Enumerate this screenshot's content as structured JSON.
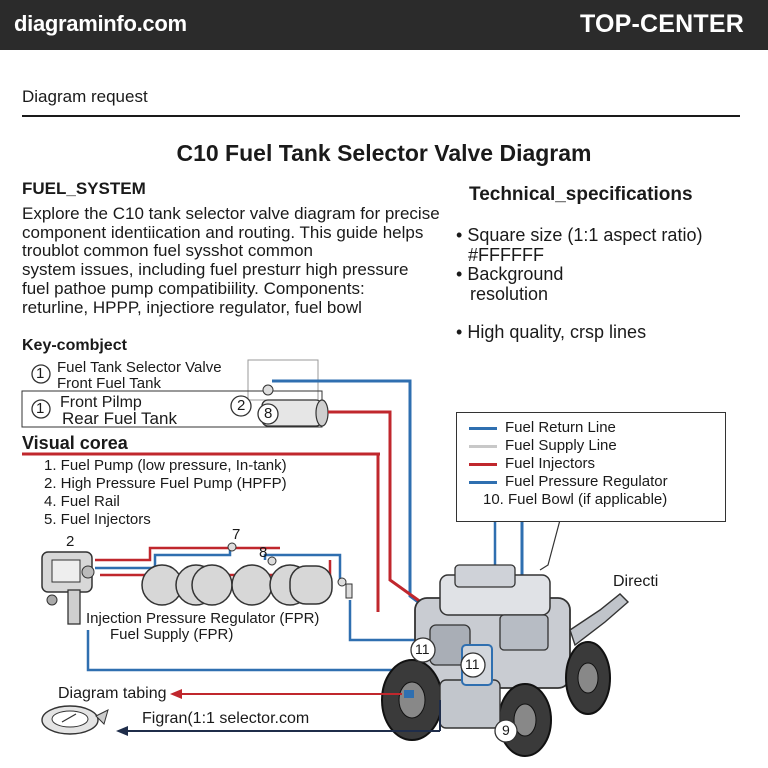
{
  "header": {
    "site": "diagraminfo.com",
    "corner_label": "TOP-CENTER"
  },
  "request_label": "Diagram request",
  "title": "C10 Fuel Tank Selector Valve Diagram",
  "fuel_system": {
    "heading": "FUEL_SYSTEM",
    "lines": [
      "Explore the C10 tank selector valve diagram for precise",
      "component identiication and routing.  This guide helps",
      "troublot common fuel sysshot common",
      "system issues, including fuel presturr high pressure",
      "fuel pathoe pump compatibiility. Components:",
      "returline, HPPP, injectiore regulator, fuel bowl"
    ]
  },
  "technical": {
    "heading": "Technical_specifications",
    "items": [
      {
        "bullet": "•",
        "text": "Square size (1:1 aspect ratio)"
      },
      {
        "bullet": "",
        "text": "#FFFFFF"
      },
      {
        "bullet": "•",
        "text": "Background"
      },
      {
        "bullet": "",
        "text": "resolution"
      },
      {
        "bullet": "•",
        "text": "High quality, crsp lines"
      }
    ]
  },
  "key": {
    "heading": "Key-combject",
    "item1": {
      "num": "1",
      "line1": "Fuel Tank Selector Valve",
      "line2": "Front Fuel Tank"
    },
    "item2": {
      "num": "1",
      "line1": "Front Pilmp",
      "line2": "Rear Fuel Tank"
    },
    "callout_a": "2",
    "callout_b": "8"
  },
  "visual": {
    "heading": "Visual corea",
    "items": [
      "1. Fuel Pump (low pressure, In-tank)",
      "2. High Pressure Fuel Pump (HPFP)",
      "4. Fuel Rail",
      "5. Fuel Injectors"
    ]
  },
  "legend": {
    "items": [
      {
        "label": "Fuel Return Line",
        "color": "#2f6fb0"
      },
      {
        "label": "Fuel Supply Line",
        "color": "#c8c8c8"
      },
      {
        "label": "Fuel Injectors",
        "color": "#c0272d"
      },
      {
        "label": "Fuel Pressure Regulator",
        "color": "#2f6fb0"
      },
      {
        "label": "10. Fuel Bowl (if applicable)",
        "color": ""
      }
    ]
  },
  "diagram": {
    "label_2": "2",
    "label_7": "7",
    "label_8": "8",
    "injection_regulator": "Injection Pressure Regulator (FPR)",
    "fuel_supply": "Fuel Supply (FPR)",
    "directi": "Directi",
    "callout_11a": "11",
    "callout_11b": "11",
    "callout_9": "9",
    "diagram_tabing": "Diagram tabing",
    "figran": "Figran(1:1 selector.com"
  },
  "colors": {
    "return": "#2f6fb0",
    "injector": "#c0272d",
    "supply": "#c8c8c8",
    "header_bg": "#2b2b2b"
  }
}
